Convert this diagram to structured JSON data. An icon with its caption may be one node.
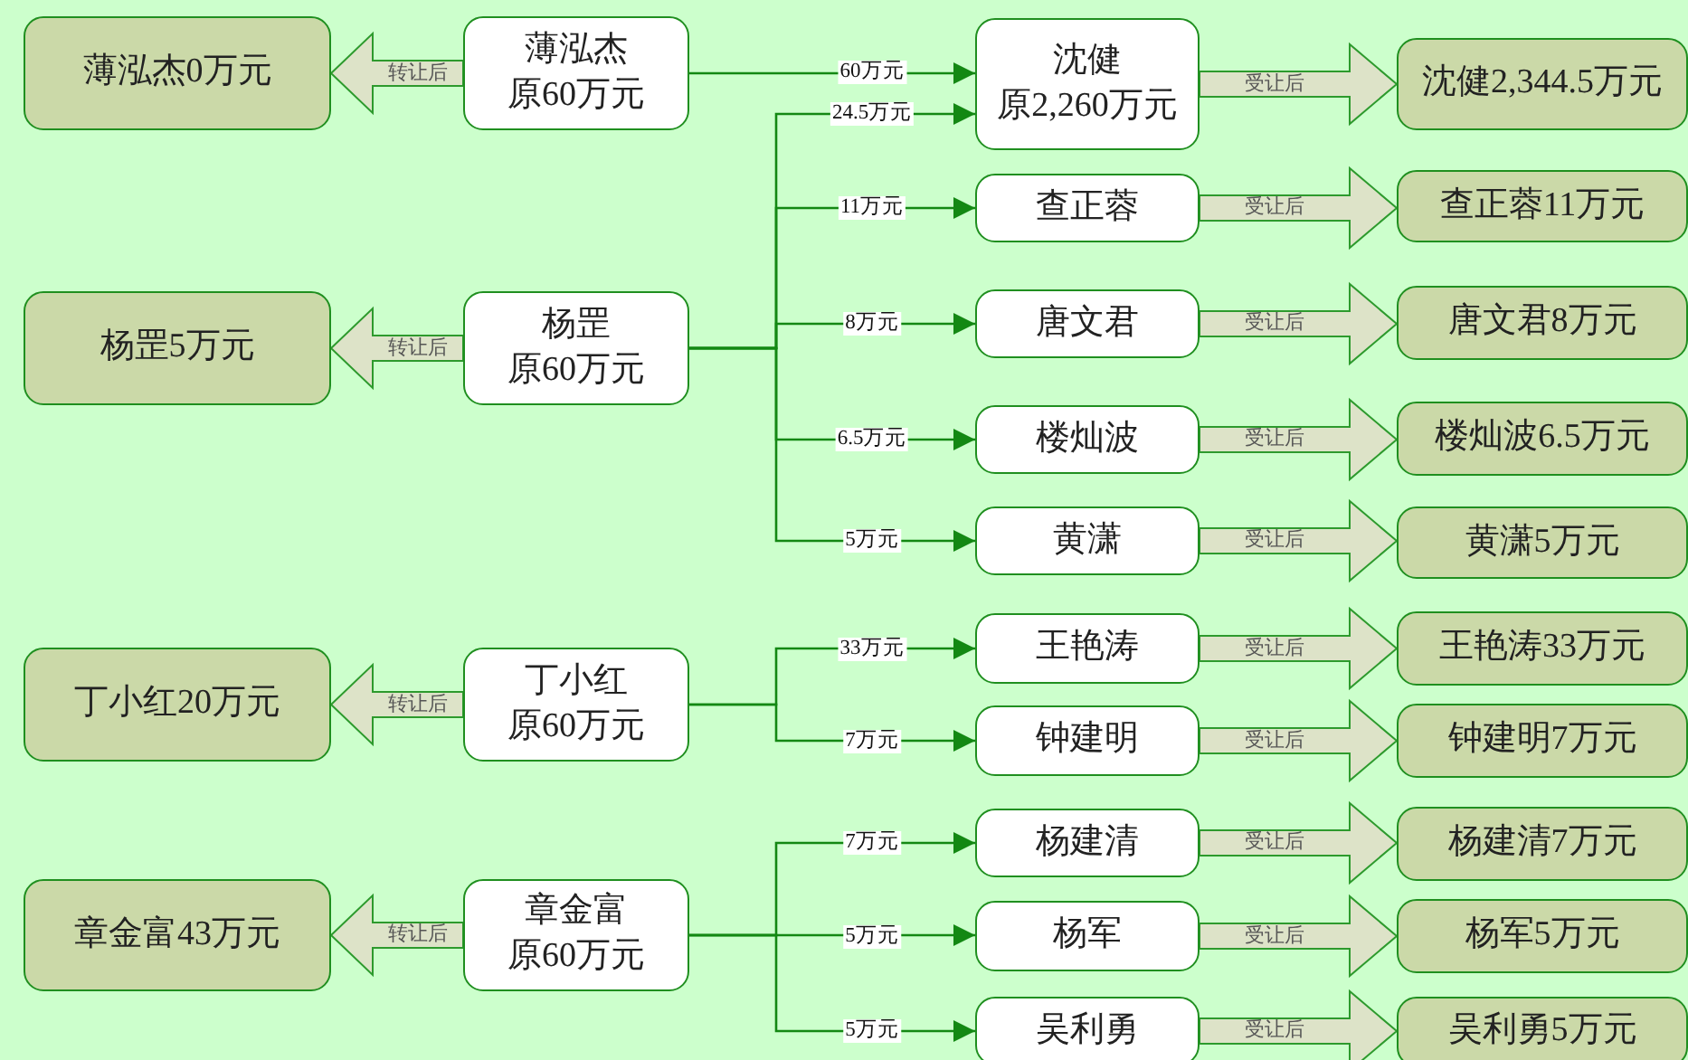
{
  "diagram": {
    "nodes": [
      {
        "text": [
          "薄泓杰",
          "原60万元"
        ]
      },
      {
        "text": [
          "杨罡",
          "原60万元"
        ]
      },
      {
        "text": [
          "丁小红",
          "原60万元"
        ]
      },
      {
        "text": [
          "章金富",
          "原60万元"
        ]
      },
      {
        "text": [
          "薄泓杰0万元"
        ]
      },
      {
        "text": [
          "杨罡5万元"
        ]
      },
      {
        "text": [
          "丁小红20万元"
        ]
      },
      {
        "text": [
          "章金富43万元"
        ]
      },
      {
        "text": [
          "沈健",
          "原2,260万元"
        ]
      },
      {
        "text": [
          "查正蓉"
        ]
      },
      {
        "text": [
          "唐文君"
        ]
      },
      {
        "text": [
          "楼灿波"
        ]
      },
      {
        "text": [
          "黄潇"
        ]
      },
      {
        "text": [
          "王艳涛"
        ]
      },
      {
        "text": [
          "钟建明"
        ]
      },
      {
        "text": [
          "杨建清"
        ]
      },
      {
        "text": [
          "杨军"
        ]
      },
      {
        "text": [
          "吴利勇"
        ]
      },
      {
        "text": [
          "沈健2,344.5万元"
        ]
      },
      {
        "text": [
          "查正蓉11万元"
        ]
      },
      {
        "text": [
          "唐文君8万元"
        ]
      },
      {
        "text": [
          "楼灿波6.5万元"
        ]
      },
      {
        "text": [
          "黄潇5万元"
        ]
      },
      {
        "text": [
          "王艳涛33万元"
        ]
      },
      {
        "text": [
          "钟建明7万元"
        ]
      },
      {
        "text": [
          "杨建清7万元"
        ]
      },
      {
        "text": [
          "杨军5万元"
        ]
      },
      {
        "text": [
          "吴利勇5万元"
        ]
      }
    ],
    "edges": [
      {
        "from": 0,
        "to": 4,
        "arrow": "to",
        "label": "转让后",
        "style": "thick"
      },
      {
        "from": 1,
        "to": 5,
        "arrow": "to",
        "label": "转让后",
        "style": "thick"
      },
      {
        "from": 2,
        "to": 6,
        "arrow": "to",
        "label": "转让后",
        "style": "thick"
      },
      {
        "from": 3,
        "to": 7,
        "arrow": "to",
        "label": "转让后",
        "style": "thick"
      },
      {
        "from": 0,
        "to": 8,
        "arrow": "to",
        "label": "60万元"
      },
      {
        "from": 1,
        "to": 8,
        "arrow": "to",
        "label": "24.5万元"
      },
      {
        "from": 1,
        "to": 9,
        "arrow": "to",
        "label": "11万元"
      },
      {
        "from": 1,
        "to": 10,
        "arrow": "to",
        "label": "8万元"
      },
      {
        "from": 1,
        "to": 11,
        "arrow": "to",
        "label": "6.5万元"
      },
      {
        "from": 1,
        "to": 12,
        "arrow": "to",
        "label": "5万元"
      },
      {
        "from": 2,
        "to": 13,
        "arrow": "to",
        "label": "33万元"
      },
      {
        "from": 2,
        "to": 14,
        "arrow": "to",
        "label": "7万元"
      },
      {
        "from": 3,
        "to": 15,
        "arrow": "to",
        "label": "7万元"
      },
      {
        "from": 3,
        "to": 16,
        "arrow": "to",
        "label": "5万元"
      },
      {
        "from": 3,
        "to": 17,
        "arrow": "to",
        "label": "5万元"
      },
      {
        "from": 8,
        "to": 18,
        "arrow": "to",
        "label": "受让后",
        "style": "thick"
      },
      {
        "from": 9,
        "to": 19,
        "arrow": "to",
        "label": "受让后",
        "style": "thick"
      },
      {
        "from": 10,
        "to": 20,
        "arrow": "to",
        "label": "受让后",
        "style": "thick"
      },
      {
        "from": 11,
        "to": 21,
        "arrow": "to",
        "label": "受让后",
        "style": "thick"
      },
      {
        "from": 12,
        "to": 22,
        "arrow": "to",
        "label": "受让后",
        "style": "thick"
      },
      {
        "from": 13,
        "to": 23,
        "arrow": "to",
        "label": "受让后",
        "style": "thick"
      },
      {
        "from": 14,
        "to": 24,
        "arrow": "to",
        "label": "受让后",
        "style": "thick"
      },
      {
        "from": 15,
        "to": 25,
        "arrow": "to",
        "label": "受让后",
        "style": "thick"
      },
      {
        "from": 16,
        "to": 26,
        "arrow": "to",
        "label": "受让后",
        "style": "thick"
      },
      {
        "from": 17,
        "to": 27,
        "arrow": "to",
        "label": "受让后",
        "style": "thick"
      }
    ]
  }
}
